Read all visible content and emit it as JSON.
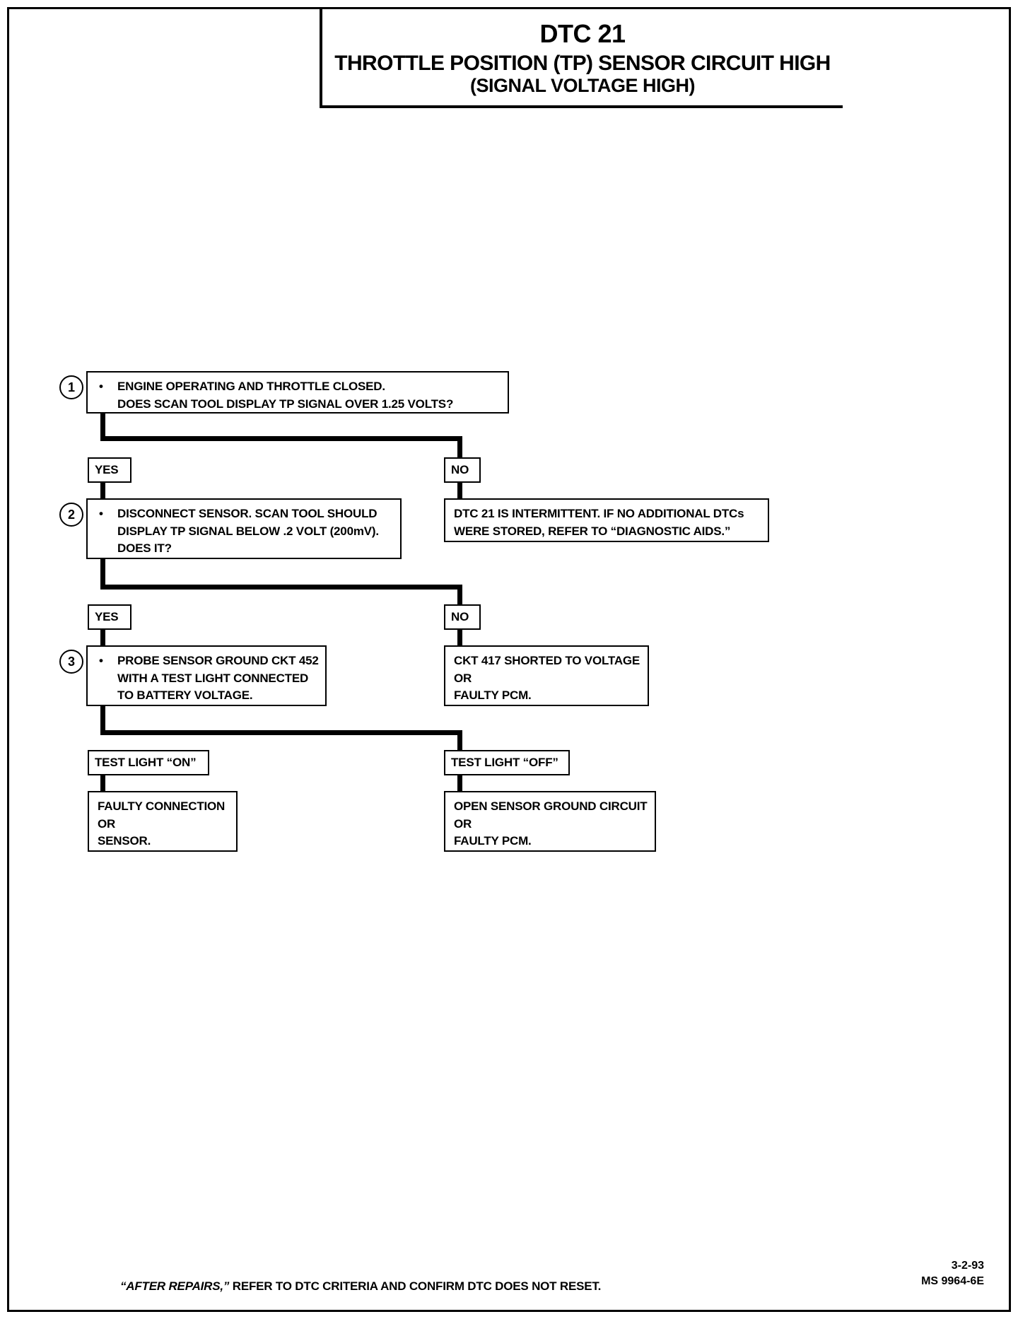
{
  "document": {
    "title_main": "DTC 21",
    "title_sub": "THROTTLE POSITION (TP) SENSOR CIRCUIT HIGH",
    "title_sub2": "(SIGNAL VOLTAGE HIGH)"
  },
  "flowchart": {
    "step1": {
      "number": "1",
      "bullet": "•",
      "lines": [
        "ENGINE OPERATING AND THROTTLE CLOSED.",
        "DOES SCAN TOOL DISPLAY TP SIGNAL OVER 1.25 VOLTS?"
      ]
    },
    "branch1": {
      "yes": "YES",
      "no": "NO"
    },
    "step1_no_result": {
      "lines": [
        "DTC 21 IS INTERMITTENT.  IF NO ADDITIONAL DTCs",
        "WERE STORED, REFER TO “DIAGNOSTIC AIDS.”"
      ]
    },
    "step2": {
      "number": "2",
      "bullet": "•",
      "lines": [
        "DISCONNECT SENSOR. SCAN TOOL SHOULD",
        "DISPLAY TP SIGNAL BELOW .2 VOLT (200mV).",
        "DOES IT?"
      ]
    },
    "branch2": {
      "yes": "YES",
      "no": "NO"
    },
    "step2_no_result": {
      "lines": [
        "CKT 417 SHORTED TO VOLTAGE",
        "OR",
        "FAULTY PCM."
      ]
    },
    "step3": {
      "number": "3",
      "bullet": "•",
      "lines": [
        "PROBE SENSOR GROUND CKT 452",
        "WITH A TEST LIGHT CONNECTED",
        "TO BATTERY VOLTAGE."
      ]
    },
    "branch3": {
      "on": "TEST LIGHT “ON”",
      "off": "TEST LIGHT “OFF”"
    },
    "step3_on_result": {
      "lines": [
        "FAULTY CONNECTION",
        "OR",
        "SENSOR."
      ]
    },
    "step3_off_result": {
      "lines": [
        "OPEN SENSOR GROUND CIRCUIT",
        "OR",
        "FAULTY PCM."
      ]
    }
  },
  "footer": {
    "note_italic": "“AFTER REPAIRS,”",
    "note_rest": " REFER TO DTC CRITERIA  AND CONFIRM DTC DOES NOT RESET.",
    "date": "3-2-93",
    "doc_code": "MS 9964-6E"
  }
}
